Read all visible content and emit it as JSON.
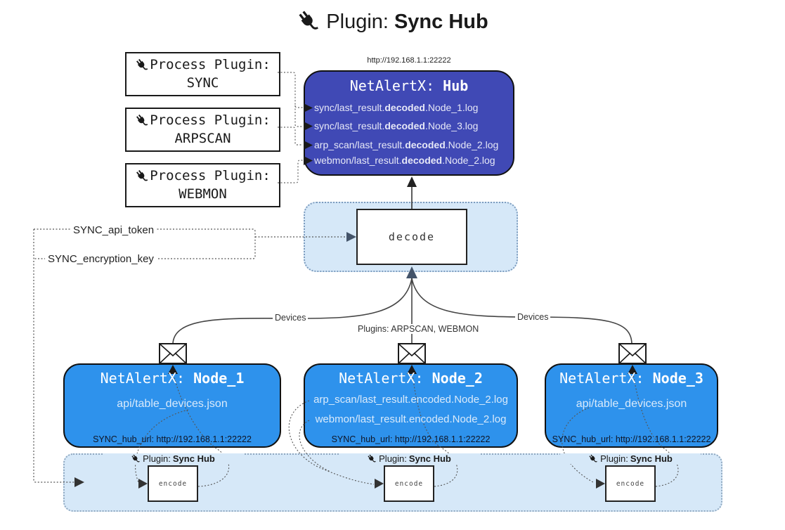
{
  "title": {
    "label": "Plugin:",
    "bold": "Sync Hub"
  },
  "colors": {
    "hub_bg": "#4049B5",
    "node_bg": "#2E92EC",
    "panel_bg": "#D6E8F8",
    "panel_border": "#8FA8C0"
  },
  "process_plugins": [
    {
      "label": "Process Plugin:",
      "name": "SYNC"
    },
    {
      "label": "Process Plugin:",
      "name": "ARPSCAN"
    },
    {
      "label": "Process Plugin:",
      "name": "WEBMON"
    }
  ],
  "hub": {
    "url": "http://192.168.1.1:22222",
    "title": "NetAlertX:",
    "title_bold": "Hub",
    "logs": [
      {
        "pre": "sync/last_result.",
        "mid": "decoded",
        "post": ".Node_1.log"
      },
      {
        "pre": "sync/last_result.",
        "mid": "decoded",
        "post": ".Node_3.log"
      },
      {
        "pre": "arp_scan/last_result.",
        "mid": "decoded",
        "post": ".Node_2.log"
      },
      {
        "pre": "webmon/last_result.",
        "mid": "decoded",
        "post": ".Node_2.log"
      }
    ]
  },
  "decode_label": "decode",
  "tokens": {
    "api_token": "SYNC_api_token",
    "encryption_key": "SYNC_encryption_key"
  },
  "edge_labels": {
    "devices_left": "Devices",
    "plugins_mid": "Plugins: ARPSCAN, WEBMON",
    "devices_right": "Devices"
  },
  "nodes": [
    {
      "title": "NetAlertX:",
      "title_bold": "Node_1",
      "files": [
        "api/table_devices.json"
      ],
      "hub_url": "SYNC_hub_url: http://192.168.1.1:22222"
    },
    {
      "title": "NetAlertX:",
      "title_bold": "Node_2",
      "files": [
        "arp_scan/last_result.encoded.Node_2.log",
        "webmon/last_result.encoded.Node_2.log"
      ],
      "hub_url": "SYNC_hub_url: http://192.168.1.1:22222"
    },
    {
      "title": "NetAlertX:",
      "title_bold": "Node_3",
      "files": [
        "api/table_devices.json"
      ],
      "hub_url": "SYNC_hub_url: http://192.168.1.1:22222"
    }
  ],
  "encoder": {
    "plugin_label": "Plugin:",
    "plugin_bold": "Sync Hub",
    "encode_label": "encode"
  }
}
